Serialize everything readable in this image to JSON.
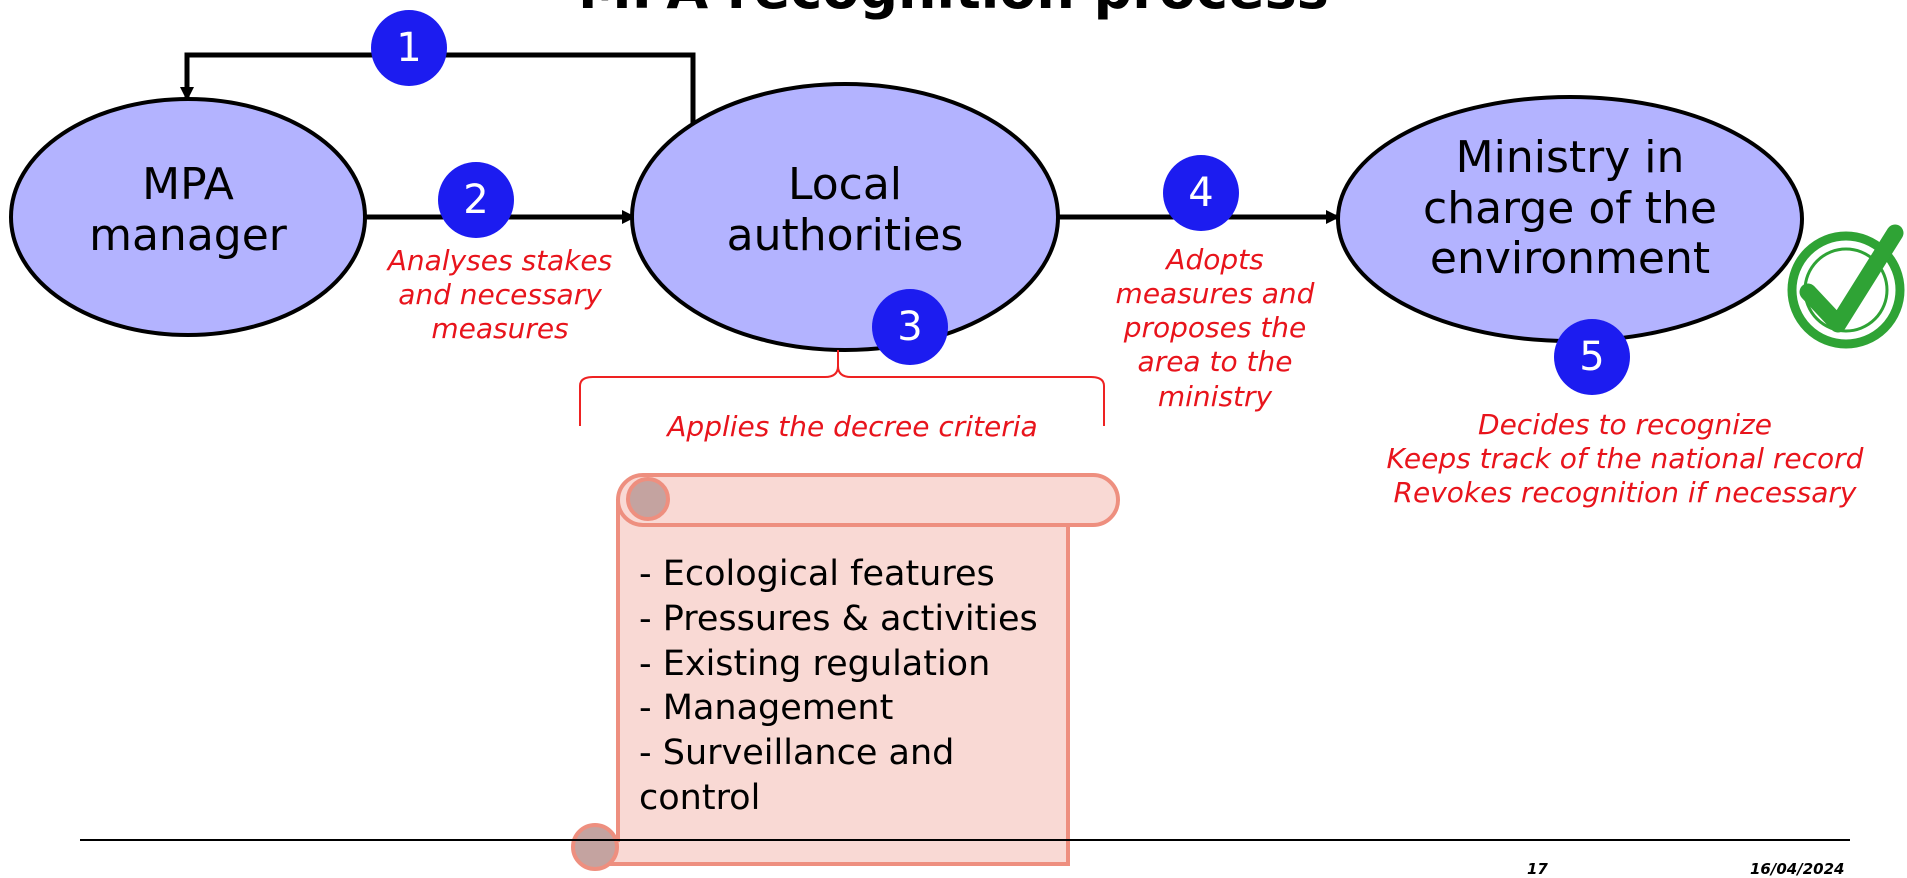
{
  "title": "MPA recognition process",
  "colors": {
    "ellipse_fill": "#b3b3ff",
    "ellipse_stroke": "#000000",
    "badge": "#1c1cf0",
    "note_text": "#e8141c",
    "scroll_fill": "#f9d9d4",
    "scroll_stroke": "#ee8f7f",
    "check": "#2fa335"
  },
  "nodes": {
    "mpa_manager": [
      "MPA",
      "manager"
    ],
    "local_authorities": [
      "Local",
      "authorities"
    ],
    "ministry": [
      "Ministry in",
      "charge of the",
      "environment"
    ]
  },
  "steps": {
    "s1": "1",
    "s2": "2",
    "s3": "3",
    "s4": "4",
    "s5": "5"
  },
  "notes": {
    "step2": [
      "Analyses stakes",
      "and necessary",
      "measures"
    ],
    "step3": "Applies the decree criteria",
    "step4": [
      "Adopts",
      "measures and",
      "proposes the",
      "area to the",
      "ministry"
    ],
    "step5": [
      "Decides to recognize",
      "Keeps track of the national record",
      "Revokes recognition if necessary"
    ]
  },
  "criteria": [
    "- Ecological features",
    "- Pressures & activities",
    "- Existing regulation",
    "- Management",
    "- Surveillance and",
    "control"
  ],
  "icons": {
    "approval": "check-mark-icon"
  },
  "footer": {
    "page_number": "17",
    "date": "16/04/2024"
  }
}
